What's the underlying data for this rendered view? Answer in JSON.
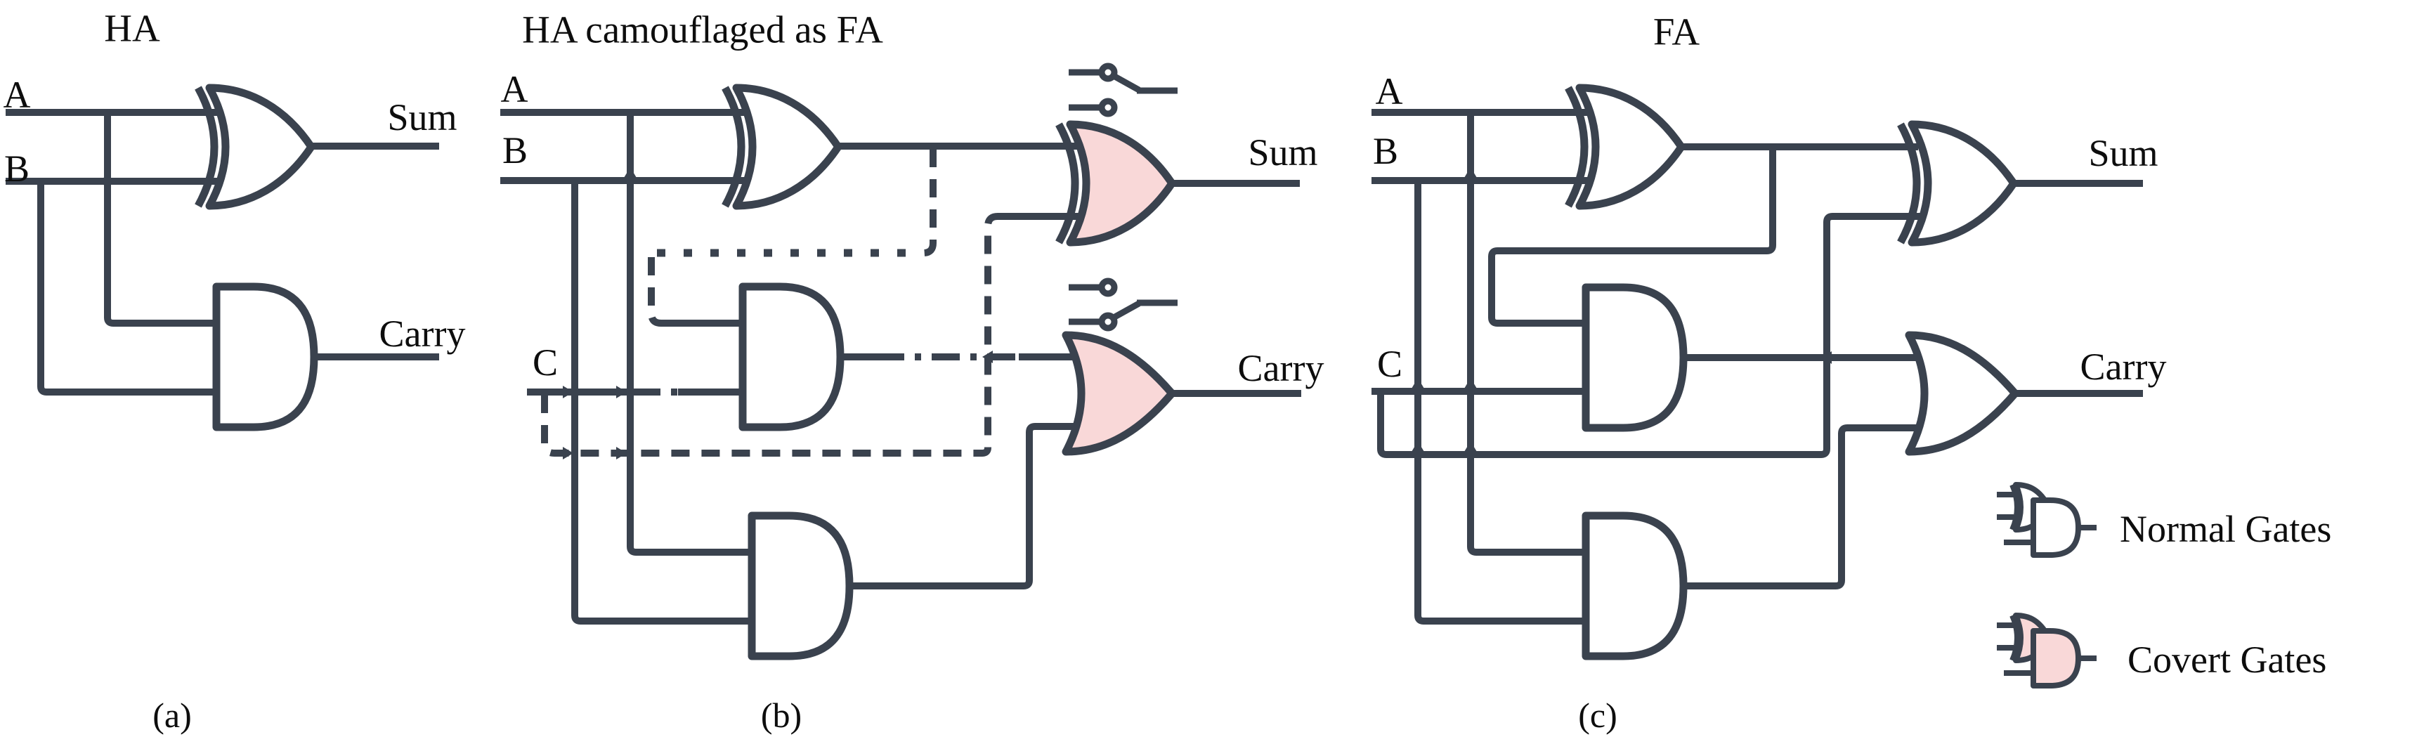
{
  "figure": {
    "description": "Logic circuit camouflage figure: half adder, half adder camouflaged as full adder, and full adder"
  },
  "panels": {
    "a": {
      "title": "HA",
      "caption": "(a)",
      "inputs": [
        "A",
        "B"
      ],
      "outputs": [
        "Sum",
        "Carry"
      ]
    },
    "b": {
      "title": "HA camouflaged as FA",
      "caption": "(b)",
      "inputs": [
        "A",
        "B",
        "C"
      ],
      "outputs": [
        "Sum",
        "Carry"
      ]
    },
    "c": {
      "title": "FA",
      "caption": "(c)",
      "inputs": [
        "A",
        "B",
        "C"
      ],
      "outputs": [
        "Sum",
        "Carry"
      ]
    }
  },
  "legend": {
    "normal": "Normal Gates",
    "covert": "Covert Gates"
  },
  "colors": {
    "stroke": "#3a424e",
    "text": "#0d0d0d",
    "normal_fill": "#ffffff",
    "covert_fill": "#f9d8d8",
    "background": "#ffffff"
  }
}
